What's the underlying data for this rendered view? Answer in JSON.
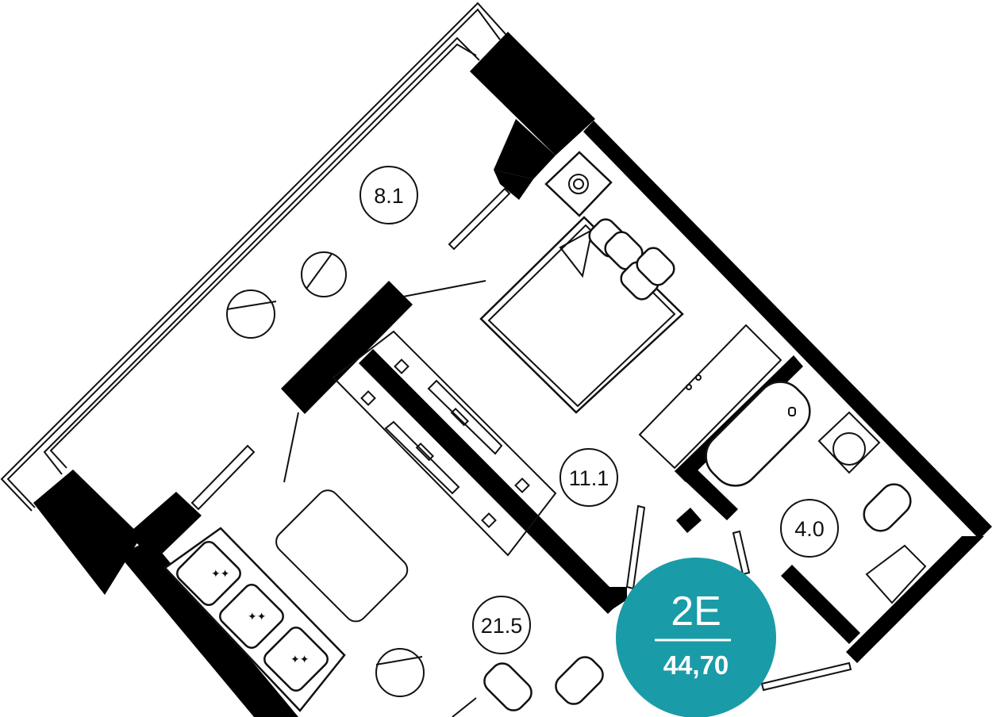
{
  "rooms": [
    {
      "id": "balcony",
      "area": "8.1"
    },
    {
      "id": "bedroom",
      "area": "11.1"
    },
    {
      "id": "bathroom",
      "area": "4.0"
    },
    {
      "id": "living",
      "area": "21.5"
    }
  ],
  "badge": {
    "code": "2E",
    "total_area": "44,70",
    "color": "#1a9ba8"
  },
  "colors": {
    "wall": "#000000",
    "line": "#111111",
    "background": "#ffffff"
  }
}
